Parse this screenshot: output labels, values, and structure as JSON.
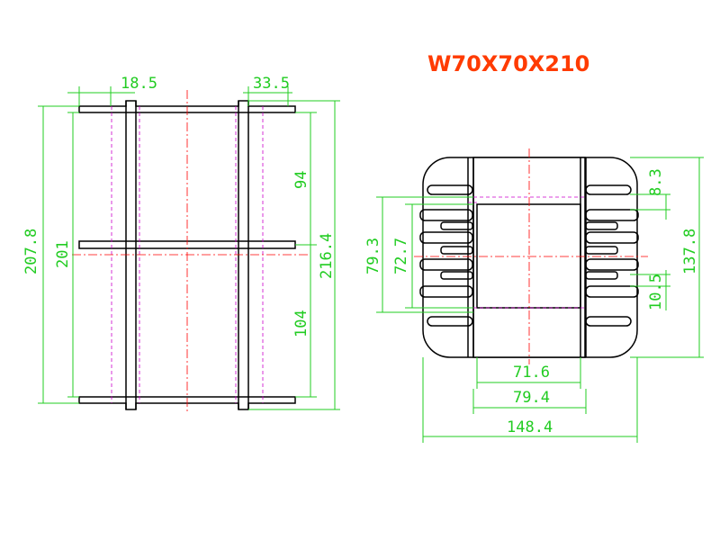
{
  "title": "W70X70X210",
  "colors": {
    "outline": "#000000",
    "dimension": "#22cc22",
    "centerline": "#ff0000",
    "hidden": "#cc00cc",
    "title": "#ff3b00"
  },
  "dimensions": {
    "left_view": {
      "top_left_width": "18.5",
      "top_right_width": "33.5",
      "outer_height_left": "207.8",
      "inner_height_left": "201",
      "upper_section": "94",
      "lower_section": "104",
      "outer_height_right": "216.4"
    },
    "right_view": {
      "height_outer_left": "79.3",
      "height_inner_left": "72.7",
      "fin_height": "8.3",
      "fin_pitch": "10.5",
      "total_height": "137.8",
      "core_width_inner": "71.6",
      "core_width_outer": "79.4",
      "total_width": "148.4"
    }
  }
}
